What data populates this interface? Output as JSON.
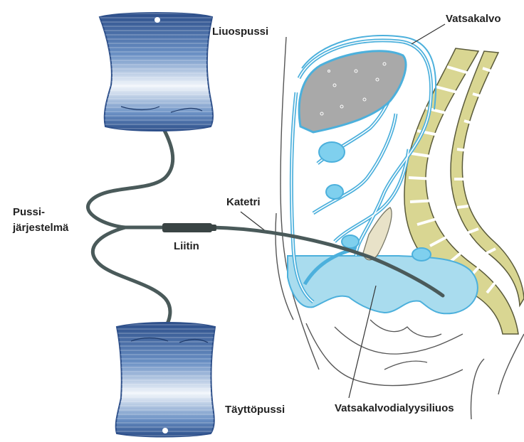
{
  "labels": {
    "peritoneum": "Vatsakalvo",
    "solution_bag": "Liuospussi",
    "bag_system_line1": "Pussi-",
    "bag_system_line2": "järjestelmä",
    "catheter": "Katetri",
    "connector": "Liitin",
    "drain_bag": "Täyttöpussi",
    "dialysis_fluid": "Vatsakalvodialyysiliuos"
  },
  "colors": {
    "bag_dark": "#2d4f8a",
    "bag_mid": "#5f86bd",
    "bag_light": "#eef3fa",
    "tube": "#4a5a5a",
    "connector": "#3a4444",
    "peritoneum_blue": "#4cb0dc",
    "fluid": "#a9dcee",
    "liver_gray": "#a9a9a9",
    "spine": "#d6d38e",
    "outline": "#555555",
    "text": "#222222"
  }
}
